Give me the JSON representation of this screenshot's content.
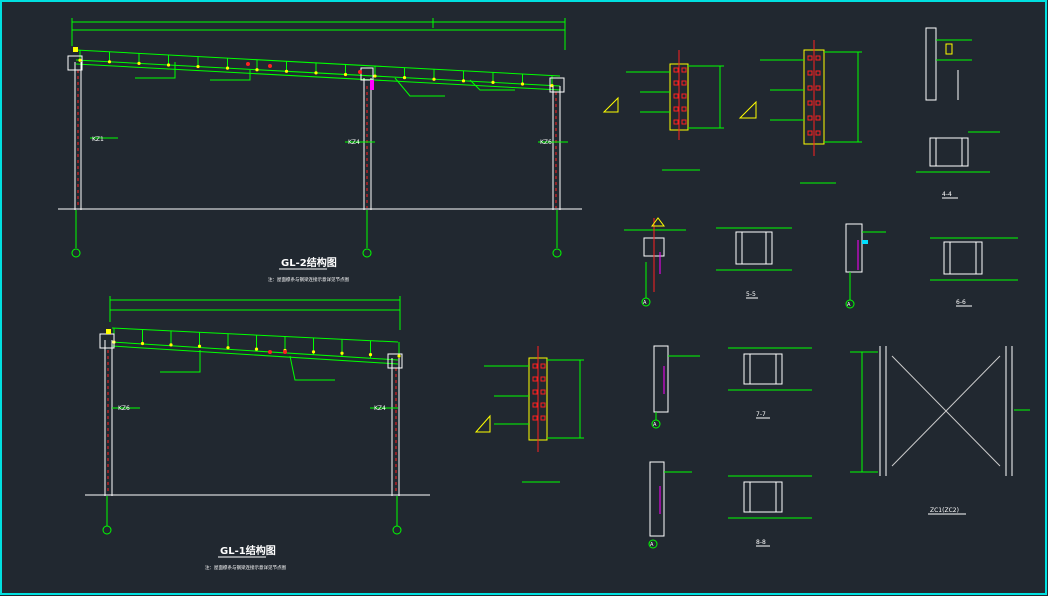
{
  "colors": {
    "background": "#212830",
    "frame": "#00e0e0",
    "line": "#00ff00",
    "column": "#ffffff",
    "accent_red": "#ff2020",
    "accent_yellow": "#ffff00",
    "accent_magenta": "#ff00ff",
    "label": "#ffffff"
  },
  "drawing1": {
    "title": "GL-2结构图",
    "note": "注：屋面檩条与钢梁连接示意详见节点图",
    "columns": [
      "KZ1",
      "KZ4",
      "KZ6"
    ]
  },
  "drawing2": {
    "title": "GL-1结构图",
    "note": "注：屋面檩条与钢梁连接示意详见节点图",
    "columns": [
      "KZ6",
      "KZ4"
    ]
  },
  "sections": {
    "s4": "4-4",
    "s5": "5-5",
    "s6": "6-6",
    "s7": "7-7",
    "s8": "8-8",
    "brace": "ZC1(ZC2)"
  },
  "markers": [
    "A",
    "A",
    "A",
    "A"
  ]
}
